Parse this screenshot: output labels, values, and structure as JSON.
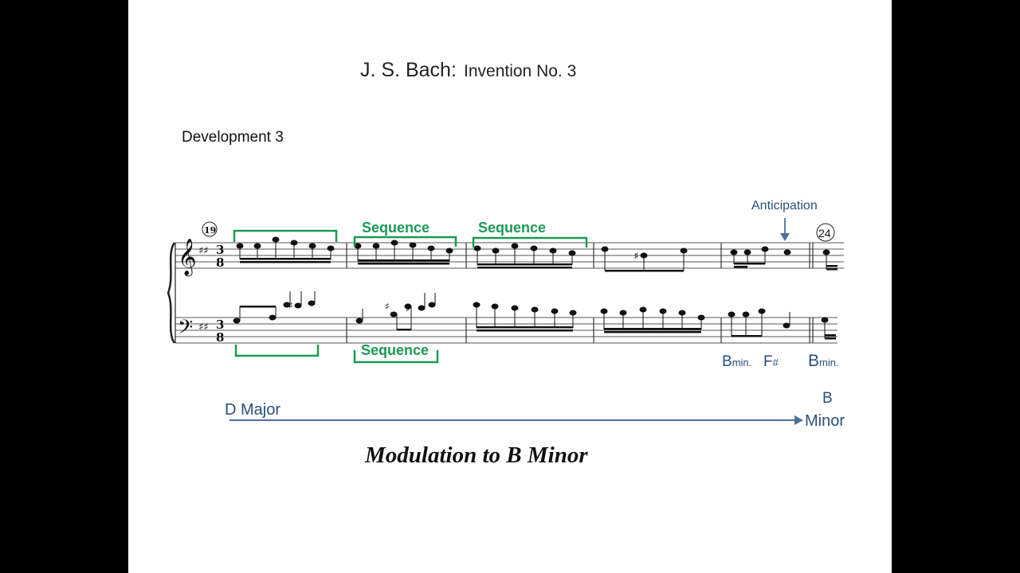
{
  "slide": {
    "title_composer": "J. S. Bach:",
    "title_work": "Invention No. 3",
    "section_label": "Development 3",
    "caption": "Modulation to B Minor"
  },
  "score": {
    "measure_start": "19",
    "measure_end": "24",
    "time_signature_top": "3",
    "time_signature_bottom": "8",
    "key_signature": "D major (2 sharps)",
    "staves": [
      "treble",
      "bass"
    ]
  },
  "annotations": {
    "sequence_labels": [
      "Sequence",
      "Sequence",
      "Sequence"
    ],
    "anticipation": "Anticipation",
    "chords": [
      {
        "root": "B",
        "quality": "min."
      },
      {
        "root": "F",
        "quality": "#"
      },
      {
        "root": "B",
        "quality": "min."
      }
    ],
    "key_from": "D Major",
    "key_to_line1": "B",
    "key_to_line2": "Minor"
  },
  "colors": {
    "background": "#000000",
    "slide": "#ffffff",
    "bracket_green": "#1a9a55",
    "annotation_blue": "#2a4f7a",
    "arrow_blue": "#4a6f9a"
  }
}
